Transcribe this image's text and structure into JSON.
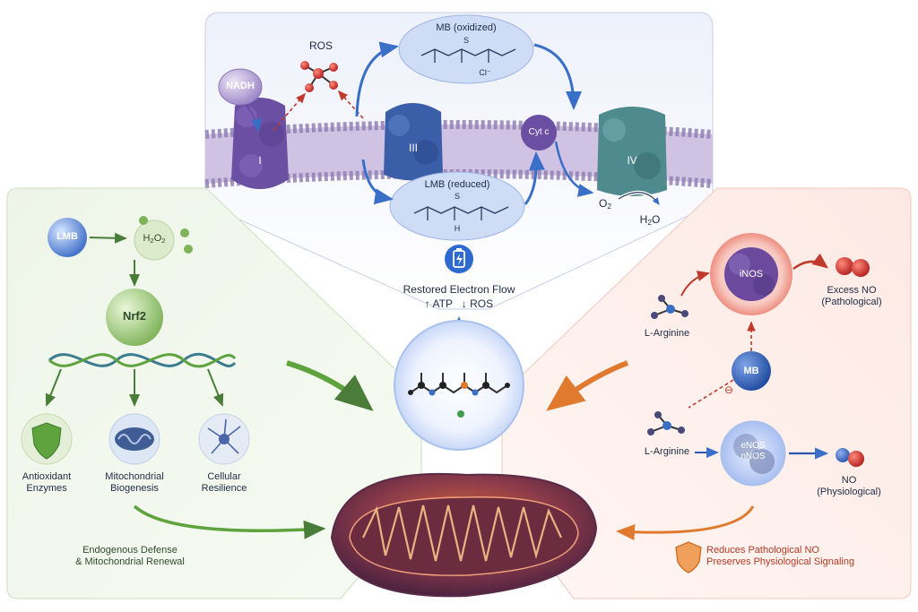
{
  "top_panel": {
    "ros_label": "ROS",
    "nadh_label": "NADH",
    "complex_I": "I",
    "complex_III": "III",
    "cyt_c": "Cyt c",
    "complex_IV": "IV",
    "mb_oxidized": "MB (oxidized)",
    "mb_oxidized_s": "S",
    "mb_oxidized_cl": "Cl⁻",
    "lmb_reduced": "LMB (reduced)",
    "lmb_reduced_s": "S",
    "lmb_reduced_h": "H",
    "o2": "O",
    "o2_sub": "2",
    "h2o_h": "H",
    "h2o_sub": "2",
    "h2o_o": "O"
  },
  "center": {
    "flow_title": "Restored Electron Flow",
    "flow_metrics": "↑ ATP   ↓ ROS"
  },
  "left_panel": {
    "lmb": "LMB",
    "h2o2_h": "H",
    "h2o2_sub1": "2",
    "h2o2_o": "O",
    "h2o2_sub2": "2",
    "nrf2": "Nrf2",
    "outcome1_l1": "Antioxidant",
    "outcome1_l2": "Enzymes",
    "outcome2_l1": "Mitochondrial",
    "outcome2_l2": "Biogenesis",
    "outcome3_l1": "Cellular",
    "outcome3_l2": "Resilience",
    "caption_l1": "Endogenous Defense",
    "caption_l2": "& Mitochondrial Renewal"
  },
  "right_panel": {
    "inos": "iNOS",
    "excess_no_l1": "Excess NO",
    "excess_no_l2": "(Pathological)",
    "l_arginine_top": "L-Arginine",
    "mb": "MB",
    "minus": "⊖",
    "l_arginine_bottom": "L-Arginine",
    "enos": "eNOS",
    "nnos": "nNOS",
    "no_l1": "NO",
    "no_l2": "(Physiological)",
    "caption_l1": "Reduces Pathological NO",
    "caption_l2": "Preserves Physiological Signaling"
  },
  "colors": {
    "membrane": "#8d7bb0",
    "complex_I": "#6a4fa3",
    "complex_III": "#3b5ea8",
    "complex_IV": "#4f8a8f",
    "arrow_blue": "#3a6fc8",
    "ros_red": "#c0392b",
    "green_panel": "#e6f0de",
    "red_panel": "#fbe6e1",
    "mito": "#8a3a4a",
    "accent_orange": "#e07a2e"
  }
}
